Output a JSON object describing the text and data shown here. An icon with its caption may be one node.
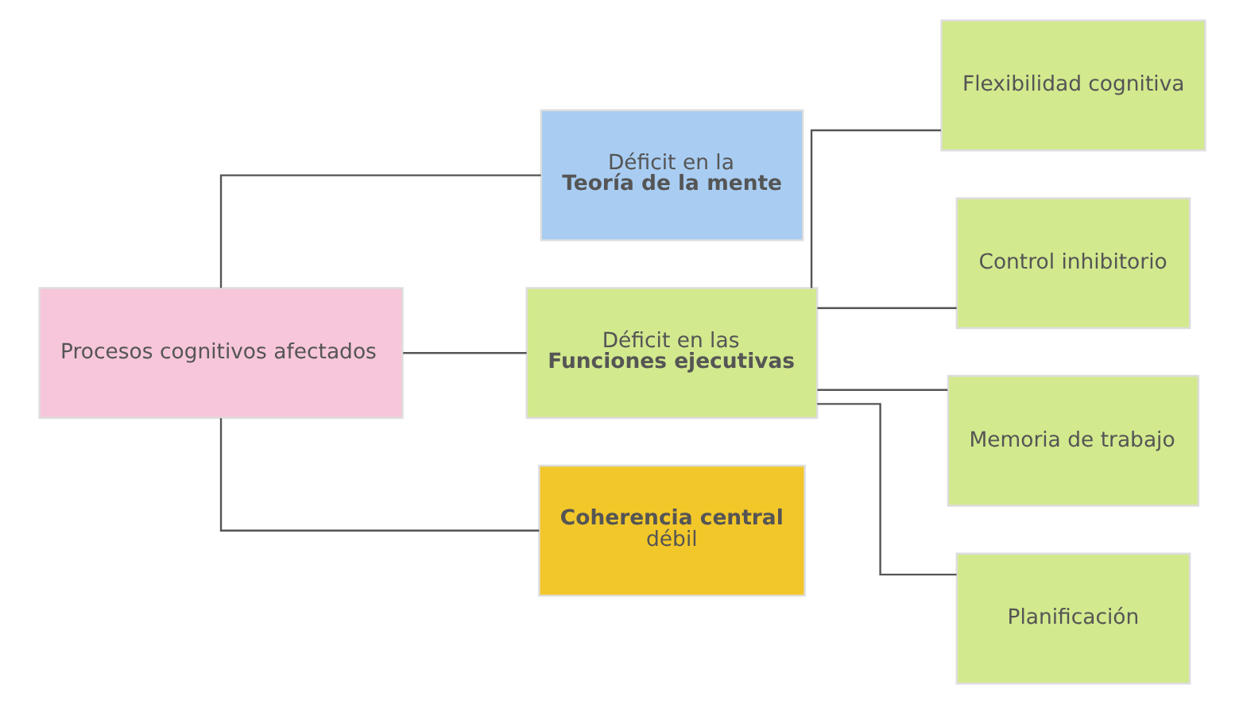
{
  "diagram": {
    "nodes": [
      {
        "text": [
          "Procesos cognitivos afectados"
        ]
      },
      {
        "text": [
          "Déficit en la",
          "Teoría de la mente"
        ]
      },
      {
        "text": [
          "Déficit en las",
          "Funciones ejecutivas"
        ]
      },
      {
        "text": [
          "Coherencia central",
          "débil"
        ]
      },
      {
        "text": [
          "Flexibilidad cognitiva"
        ]
      },
      {
        "text": [
          "Control inhibitorio"
        ]
      },
      {
        "text": [
          "Memoria de trabajo"
        ]
      },
      {
        "text": [
          "Planificación"
        ]
      }
    ],
    "edges": [
      {
        "from": 0,
        "to": 1,
        "arrow": "none"
      },
      {
        "from": 0,
        "to": 2,
        "arrow": "none"
      },
      {
        "from": 0,
        "to": 3,
        "arrow": "none"
      },
      {
        "from": 2,
        "to": 4,
        "arrow": "none"
      },
      {
        "from": 2,
        "to": 5,
        "arrow": "none"
      },
      {
        "from": 2,
        "to": 6,
        "arrow": "none"
      },
      {
        "from": 2,
        "to": 7,
        "arrow": "none"
      }
    ]
  }
}
